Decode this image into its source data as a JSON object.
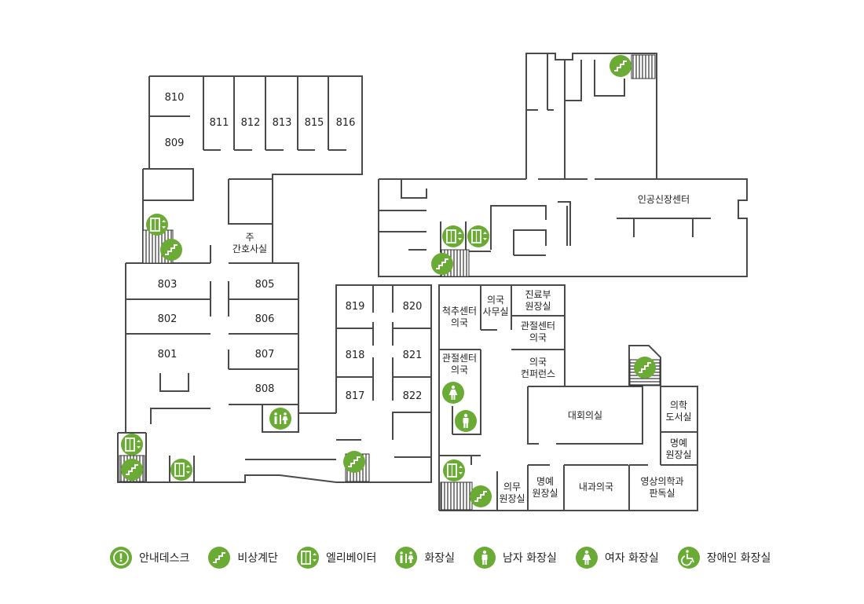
{
  "rooms": {
    "r810": "810",
    "r809": "809",
    "r811": "811",
    "r812": "812",
    "r813": "813",
    "r815": "815",
    "r816": "816",
    "nurse_station_1": "주",
    "nurse_station_2": "간호사실",
    "r803": "803",
    "r805": "805",
    "r802": "802",
    "r806": "806",
    "r801": "801",
    "r807": "807",
    "r808": "808",
    "r819": "819",
    "r820": "820",
    "r818": "818",
    "r821": "821",
    "r817": "817",
    "r822": "822",
    "artificial_kidney_center": "인공신장센터",
    "spine_center_office_1": "척추센터",
    "spine_center_office_2": "의국",
    "med_office_1": "의국",
    "med_office_2": "사무실",
    "medical_director_1": "진료부",
    "medical_director_2": "원장실",
    "joint_center_office_a_1": "관절센터",
    "joint_center_office_a_2": "의국",
    "joint_center_office_b_1": "관절센터",
    "joint_center_office_b_2": "의국",
    "office_conference_1": "의국",
    "office_conference_2": "컨퍼런스",
    "main_conference": "대회의실",
    "medical_library_1": "의학",
    "medical_library_2": "도서실",
    "honorary_director_right_1": "명예",
    "honorary_director_right_2": "원장실",
    "affairs_director_1": "의무",
    "affairs_director_2": "원장실",
    "honorary_director_bottom_1": "명예",
    "honorary_director_bottom_2": "원장실",
    "internal_medicine_office": "내과의국",
    "radiology_reading_1": "영상의학과",
    "radiology_reading_2": "판독실"
  },
  "legend": [
    {
      "icon": "info-desk-icon",
      "label": "안내데스크"
    },
    {
      "icon": "emergency-stairs-icon",
      "label": "비상계단"
    },
    {
      "icon": "elevator-icon",
      "label": "엘리베이터"
    },
    {
      "icon": "restroom-icon",
      "label": "화장실"
    },
    {
      "icon": "mens-restroom-icon",
      "label": "남자 화장실"
    },
    {
      "icon": "womens-restroom-icon",
      "label": "여자 화장실"
    },
    {
      "icon": "accessible-restroom-icon",
      "label": "장애인 화장실"
    }
  ],
  "colors": {
    "icon_green": "#6aab35",
    "wall": "#4a4a4a",
    "text": "#222222"
  }
}
